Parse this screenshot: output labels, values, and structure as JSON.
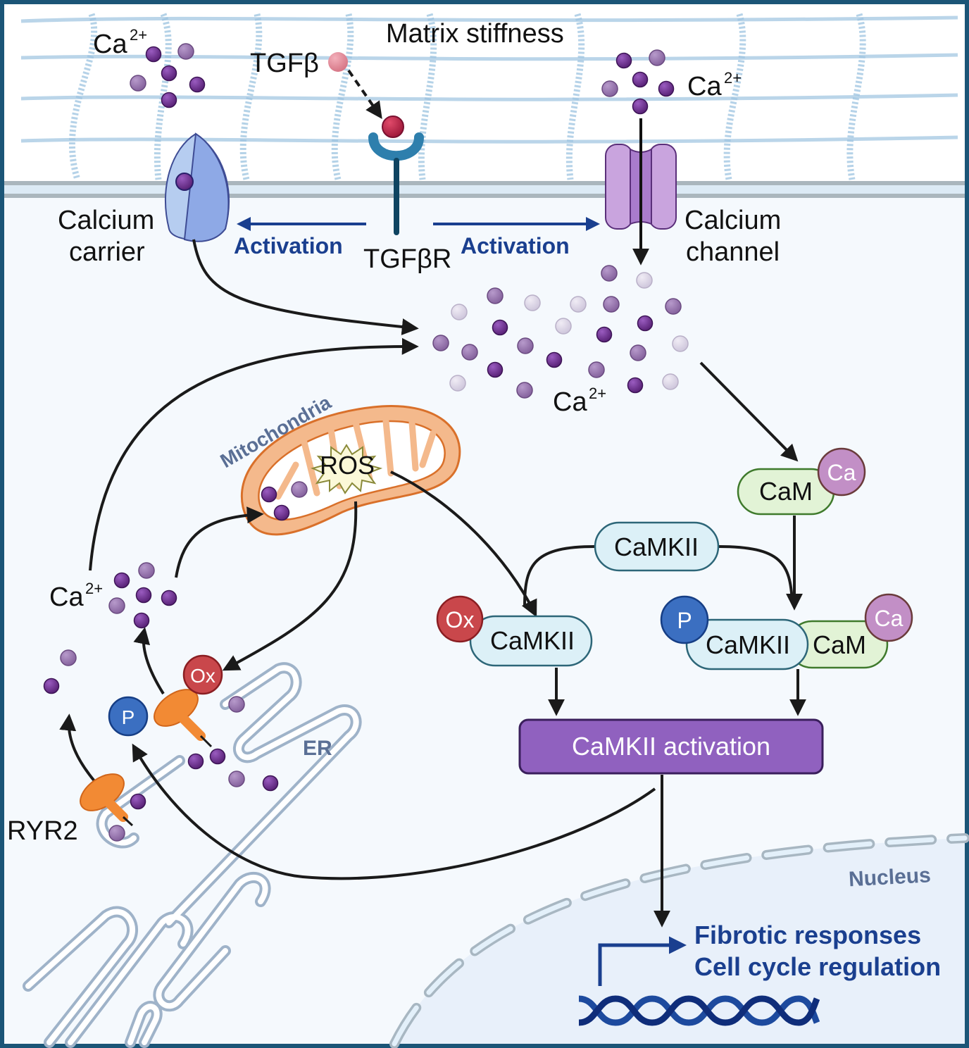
{
  "title": "Matrix stiffness",
  "labels": {
    "ca_top_left": "Ca",
    "ca_top_right": "Ca",
    "ca_cytosol": "Ca",
    "ca_left": "Ca",
    "ca_charge": "2+",
    "tgfb": "TGFβ",
    "tgfbr": "TGFβR",
    "calcium_carrier_line1": "Calcium",
    "calcium_carrier_line2": "carrier",
    "calcium_channel_line1": "Calcium",
    "calcium_channel_line2": "channel",
    "activation_left": "Activation",
    "activation_right": "Activation",
    "mitochondria": "Mitochondria",
    "ros": "ROS",
    "er": "ER",
    "ryr2": "RYR2",
    "nucleus": "Nucleus"
  },
  "nodes": {
    "cam": "CaM",
    "cam_ca": "Ca",
    "camkii_top": "CaMKII",
    "camkii_ox": "CaMKII",
    "ox_badge": "Ox",
    "ox_badge_ryr": "Ox",
    "p_badge_ryr": "P",
    "camkii_p": "CaMKII",
    "p_badge": "P",
    "cam_complex": "CaM",
    "cam_complex_ca": "Ca",
    "activation_box": "CaMKII activation"
  },
  "outcomes": {
    "line1": "Fibrotic responses",
    "line2": "Cell cycle regulation"
  },
  "colors": {
    "frame": "#1b5577",
    "cytosol": "#f5f9fd",
    "membrane": "#aab6bd",
    "activation_blue": "#1a3f8f",
    "camkii_fill": "#dcf0f7",
    "camkii_stroke": "#2d6678",
    "cam_fill": "#e2f3d6",
    "cam_stroke": "#3f7a2c",
    "ca_badge": "#c28fc6",
    "ox_badge": "#c9474b",
    "p_badge": "#3b6fc1",
    "activation_box": "#9061bf",
    "mito_fill": "#f4b98c",
    "mito_stroke": "#d9702a",
    "ryr2": "#f28a34",
    "er_stroke": "#a9bcd3",
    "nucleus_fill": "#e8f0fa",
    "ca_dark": "#6a2f8e",
    "ca_mid": "#9a77b0",
    "ca_light": "#dcd6e6",
    "text_dark": "#111111"
  }
}
